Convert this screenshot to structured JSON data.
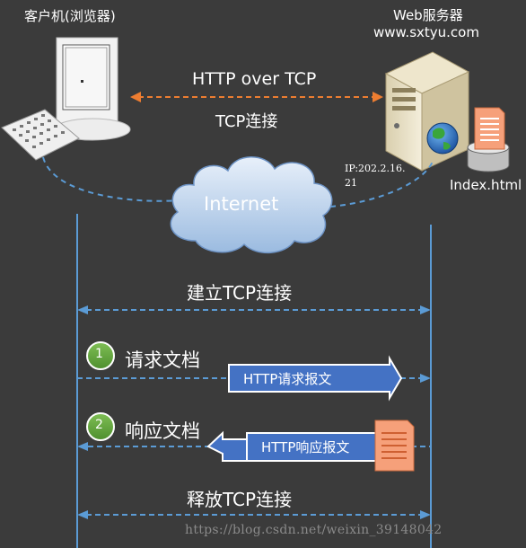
{
  "client": {
    "label": "客户机(浏览器)"
  },
  "server": {
    "label": "Web服务器",
    "domain": "www.sxtyu.com",
    "ip_line1": "IP:202.2.16.",
    "ip_line2": "21",
    "file": "Index.html"
  },
  "links": {
    "protocol": "HTTP over TCP",
    "connection": "TCP连接"
  },
  "cloud": {
    "label": "Internet"
  },
  "steps": {
    "establish": "建立TCP连接",
    "request": {
      "number": "1",
      "label": "请求文档",
      "message": "HTTP请求报文"
    },
    "response": {
      "number": "2",
      "label": "响应文档",
      "message": "HTTP响应报文"
    },
    "release": "释放TCP连接"
  },
  "colors": {
    "background": "#3b3b3b",
    "line": "#5b9bd5",
    "orange": "#ed7d31",
    "circle": "#70ad47",
    "message": "#4472c4"
  },
  "watermark": "https://blog.csdn.net/weixin_39148042"
}
